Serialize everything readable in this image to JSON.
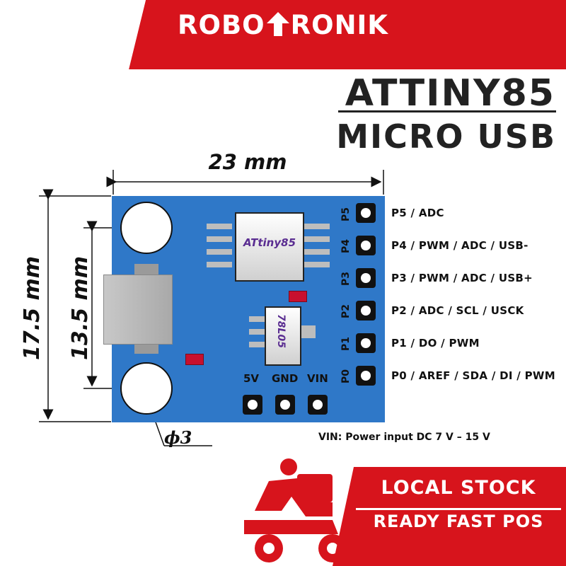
{
  "brand": {
    "left": "ROBO",
    "right": "RONIK",
    "icon": "up-arrow-icon"
  },
  "title": {
    "line1": "ATTINY85",
    "line2": "MICRO USB"
  },
  "dimensions": {
    "width": "23 mm",
    "height_outer": "17.5 mm",
    "height_inner": "13.5 mm",
    "hole": "ϕ3"
  },
  "chips": {
    "mcu": "ATtiny85",
    "regulator": "78L05"
  },
  "pins": [
    {
      "id": "P5",
      "desc": "P5 / ADC"
    },
    {
      "id": "P4",
      "desc": "P4 / PWM / ADC / USB-"
    },
    {
      "id": "P3",
      "desc": "P3 / PWM / ADC / USB+"
    },
    {
      "id": "P2",
      "desc": "P2 / ADC / SCL / USCK"
    },
    {
      "id": "P1",
      "desc": "P1 / DO / PWM"
    },
    {
      "id": "P0",
      "desc": "P0 / AREF / SDA / DI / PWM"
    }
  ],
  "power_pins": [
    "5V",
    "GND",
    "VIN"
  ],
  "vin_note": "VIN: Power input DC 7 V – 15 V",
  "promo": {
    "line1": "LOCAL STOCK",
    "line2": "READY FAST POS",
    "icon": "delivery-scooter-icon"
  },
  "colors": {
    "brand_red": "#d7141c",
    "pcb_blue": "#2f78c8",
    "chip_text": "#5a2d91"
  }
}
